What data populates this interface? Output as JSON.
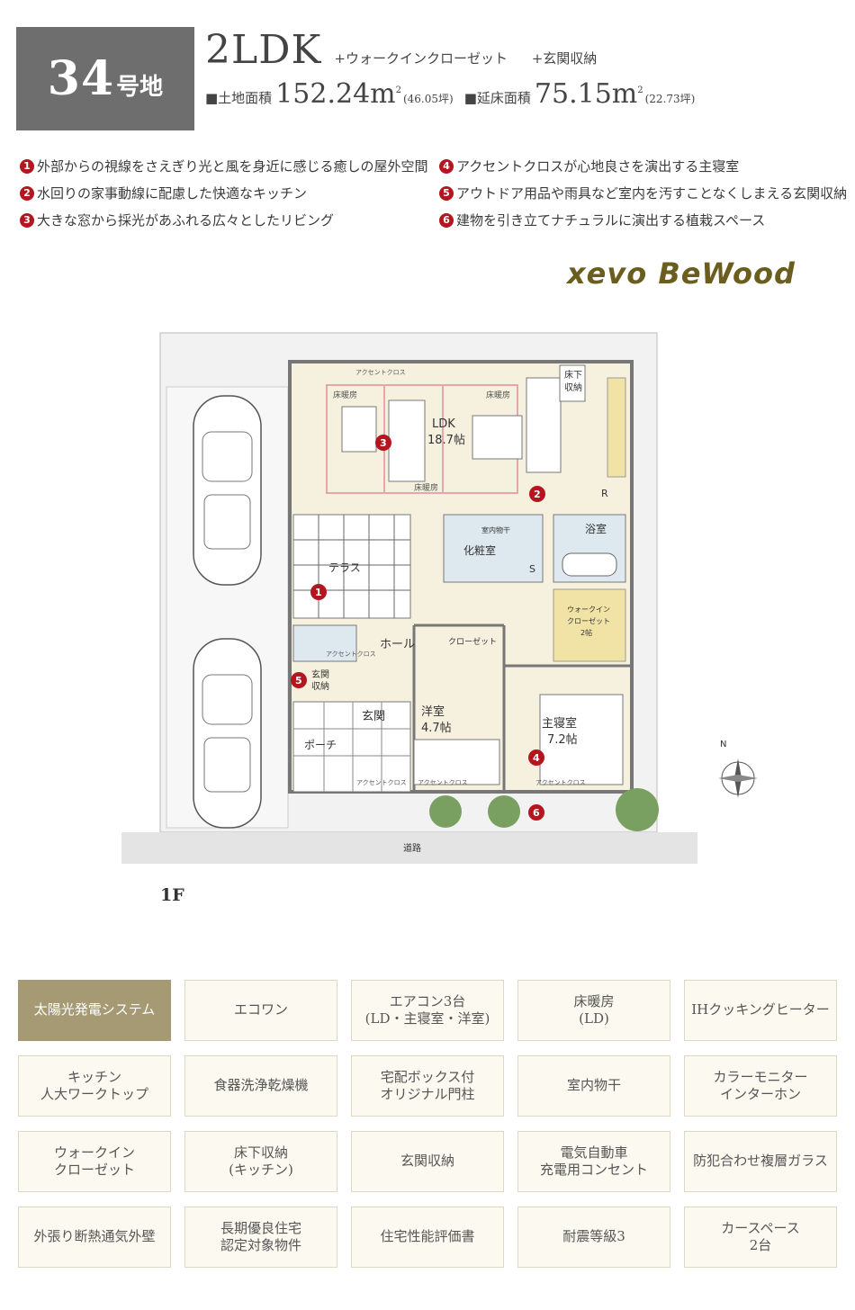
{
  "header": {
    "lot_number": "34",
    "lot_suffix": "号地",
    "layout_type": "2LDK",
    "extras": [
      "+ウォークインクローゼット",
      "+玄関収納"
    ],
    "land_label": "■土地面積",
    "land_area": "152.24m",
    "land_unit_sup": "2",
    "land_tsubo": "(46.05坪)",
    "floor_label": "■延床面積",
    "floor_area": "75.15m",
    "floor_unit_sup": "2",
    "floor_tsubo": "(22.73坪)"
  },
  "features": [
    {
      "num": "1",
      "text": "外部からの視線をさえぎり光と風を身近に感じる癒しの屋外空間"
    },
    {
      "num": "4",
      "text": "アクセントクロスが心地良さを演出する主寝室"
    },
    {
      "num": "2",
      "text": "水回りの家事動線に配慮した快適なキッチン"
    },
    {
      "num": "5",
      "text": "アウトドア用品や雨具など室内を汚すことなくしまえる玄関収納"
    },
    {
      "num": "3",
      "text": "大きな窓から採光があふれる広々としたリビング"
    },
    {
      "num": "6",
      "text": "建物を引き立てナチュラルに演出する植栽スペース"
    }
  ],
  "brand": "xevo BeWood",
  "plan": {
    "floor": "1F",
    "rooms": {
      "ldk": "LDK",
      "ldk_size": "18.7帖",
      "floor_heating": "床暖房",
      "underfloor": "床下",
      "underfloor2": "収納",
      "accent": "アクセントクロス",
      "indoor_dry": "室内物干",
      "vanity": "化粧室",
      "bath": "浴室",
      "terrace": "テラス",
      "wic": "ウォークイン",
      "wic2": "クローゼット",
      "wic_size": "2帖",
      "hall": "ホール",
      "closet": "クローゼット",
      "entrance_storage": "玄関",
      "entrance_storage2": "収納",
      "entrance": "玄関",
      "porch": "ポーチ",
      "western": "洋室",
      "western_size": "4.7帖",
      "master": "主寝室",
      "master_size": "7.2帖",
      "road": "道路",
      "north": "N",
      "s_mark": "S",
      "r_mark": "R"
    },
    "markers": [
      "1",
      "2",
      "3",
      "4",
      "5",
      "6"
    ]
  },
  "equipment": [
    {
      "label": "太陽光発電システム",
      "highlight": true
    },
    {
      "label": "エコワン"
    },
    {
      "label": "エアコン3台\n(LD・主寝室・洋室)"
    },
    {
      "label": "床暖房\n(LD)"
    },
    {
      "label": "IHクッキングヒーター"
    },
    {
      "label": "キッチン\n人大ワークトップ"
    },
    {
      "label": "食器洗浄乾燥機"
    },
    {
      "label": "宅配ボックス付\nオリジナル門柱"
    },
    {
      "label": "室内物干"
    },
    {
      "label": "カラーモニター\nインターホン"
    },
    {
      "label": "ウォークイン\nクローゼット"
    },
    {
      "label": "床下収納\n(キッチン)"
    },
    {
      "label": "玄関収納"
    },
    {
      "label": "電気自動車\n充電用コンセント"
    },
    {
      "label": "防犯合わせ複層ガラス"
    },
    {
      "label": "外張り断熱通気外壁"
    },
    {
      "label": "長期優良住宅\n認定対象物件"
    },
    {
      "label": "住宅性能評価書"
    },
    {
      "label": "耐震等級3"
    },
    {
      "label": "カースペース\n2台"
    }
  ]
}
